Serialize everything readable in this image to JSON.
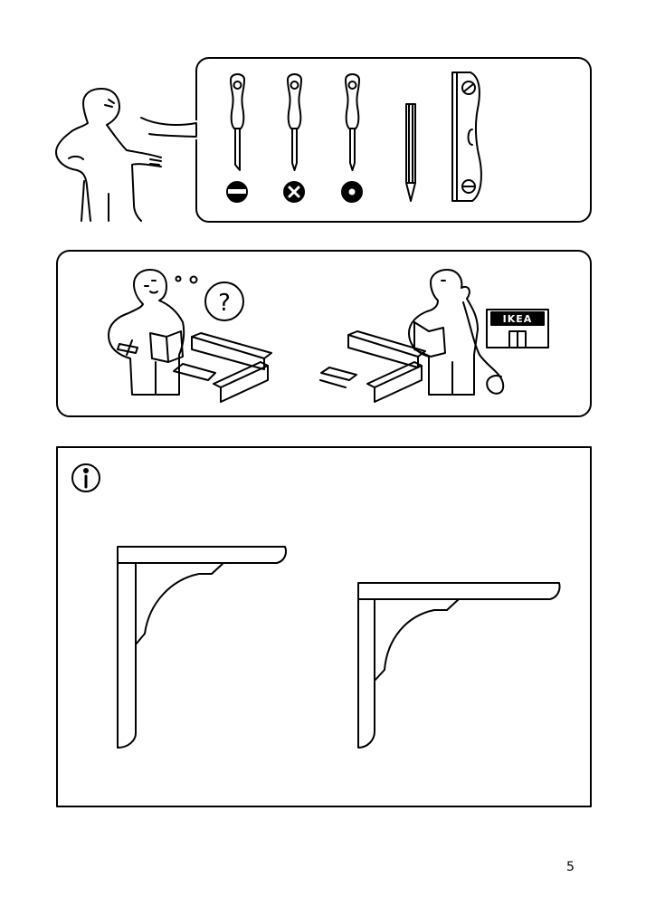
{
  "tools": {
    "items": [
      {
        "icon": "flathead-screwdriver-icon",
        "tip_symbol": "slot"
      },
      {
        "icon": "phillips-screwdriver-icon",
        "tip_symbol": "cross"
      },
      {
        "icon": "pozidriv-screwdriver-icon",
        "tip_symbol": "dot"
      },
      {
        "icon": "pencil-icon"
      },
      {
        "icon": "spirit-level-icon"
      }
    ]
  },
  "help_panel": {
    "question_mark": "?",
    "store_sign": "IKEA"
  },
  "info_panel": {
    "icon": "info-icon",
    "illustration": "bracket-orientation-comparison"
  },
  "footer": {
    "page_number": "5"
  }
}
